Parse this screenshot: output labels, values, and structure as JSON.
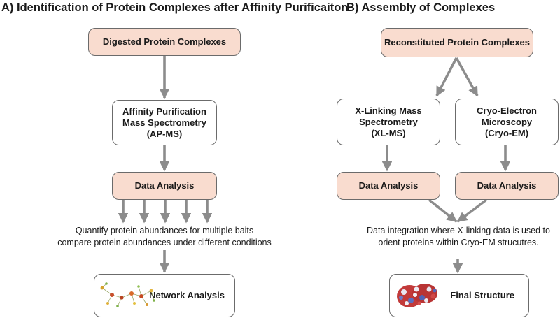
{
  "panel_a": {
    "title": "A) Identification of Protein Complexes after Affinity Purificaiton",
    "box_digested": "Digested Protein Complexes",
    "box_apms": "Affinity Purification\nMass Spectrometry\n(AP-MS)",
    "box_data_analysis": "Data Analysis",
    "note": "Quantify protein abundances for multiple baits\ncompare protein abundances under different conditions",
    "box_network": "Network Analysis"
  },
  "panel_b": {
    "title": "B) Assembly of Complexes",
    "box_reconstituted": "Reconstituted Protein Complexes",
    "box_xlms": "X-Linking Mass\nSpectrometry\n(XL-MS)",
    "box_cryoem": "Cryo-Electron\nMicroscopy\n(Cryo-EM)",
    "box_data_analysis_left": "Data Analysis",
    "box_data_analysis_right": "Data Analysis",
    "note": "Data integration where X-linking data is used to\norient proteins within Cryo-EM strucutres.",
    "box_final": "Final Structure"
  },
  "colors": {
    "box_fill_accent": "#f9dccf",
    "box_border": "#6b6b6b",
    "arrow": "#8c8c8c"
  }
}
